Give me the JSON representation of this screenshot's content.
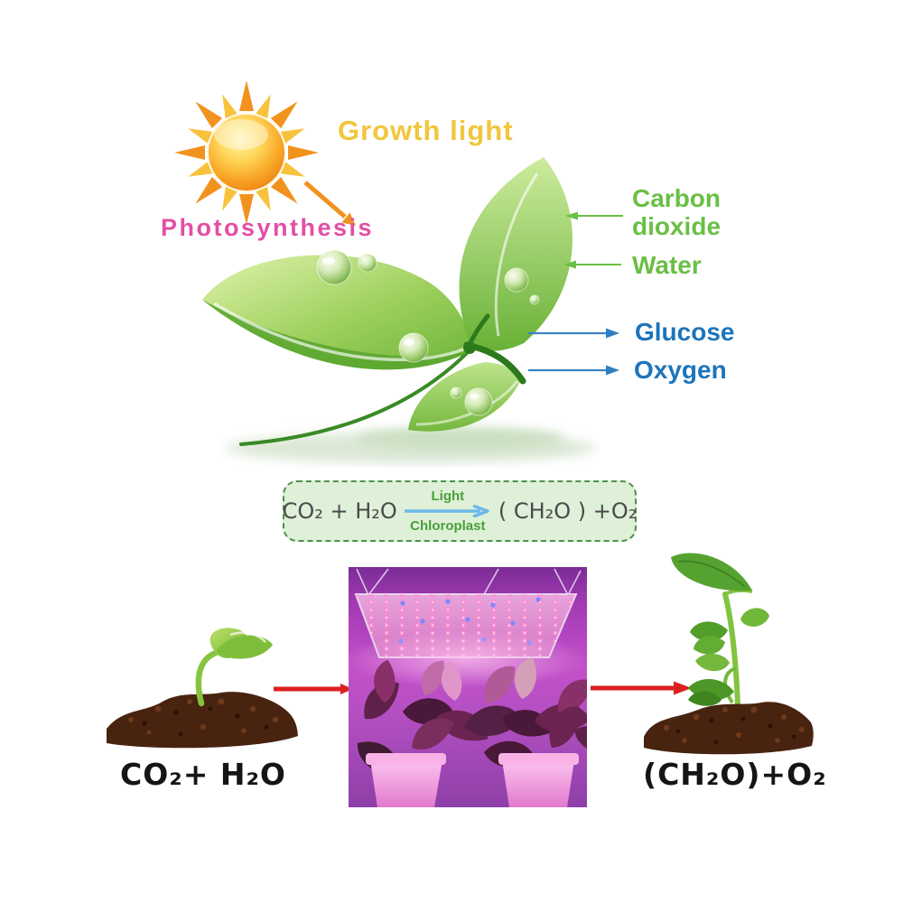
{
  "header": {
    "growth_light": "Growth light",
    "photosynthesis": "Photosynthesis"
  },
  "io": {
    "inputs": [
      {
        "label": "Carbon dioxide",
        "icon": "arrow-left-icon"
      },
      {
        "label": "Water",
        "icon": "arrow-left-icon"
      }
    ],
    "outputs": [
      {
        "label": "Glucose",
        "icon": "arrow-right-icon"
      },
      {
        "label": "Oxygen",
        "icon": "arrow-right-icon"
      }
    ]
  },
  "equation": {
    "reactants": "CO₂ + H₂O",
    "condition_top": "Light",
    "condition_bottom": "Chloroplast",
    "products": "( CH₂O ) +O₂"
  },
  "process": {
    "input_formula": "CO₂+ H₂O",
    "output_formula": "(CH₂O)+O₂"
  },
  "icons": {
    "sun": "sun-icon",
    "sun_arrow": "sun-ray-arrow-icon",
    "leaves": "leaf-cluster-illustration",
    "grow_light": "led-grow-light-photo"
  },
  "colors": {
    "growth_light_text": "#F0C63E",
    "photosynthesis_text": "#E24FA6",
    "input_label": "#6ABF45",
    "output_label": "#1C75BC",
    "equation_box_bg": "#DFF0D8",
    "equation_box_border": "#4E9147",
    "equation_text": "#4A4A4C",
    "condition_text": "#48A03A",
    "equation_arrow": "#6CB9E8",
    "process_arrow": "#DD1F1F",
    "formula_text": "#151515"
  }
}
